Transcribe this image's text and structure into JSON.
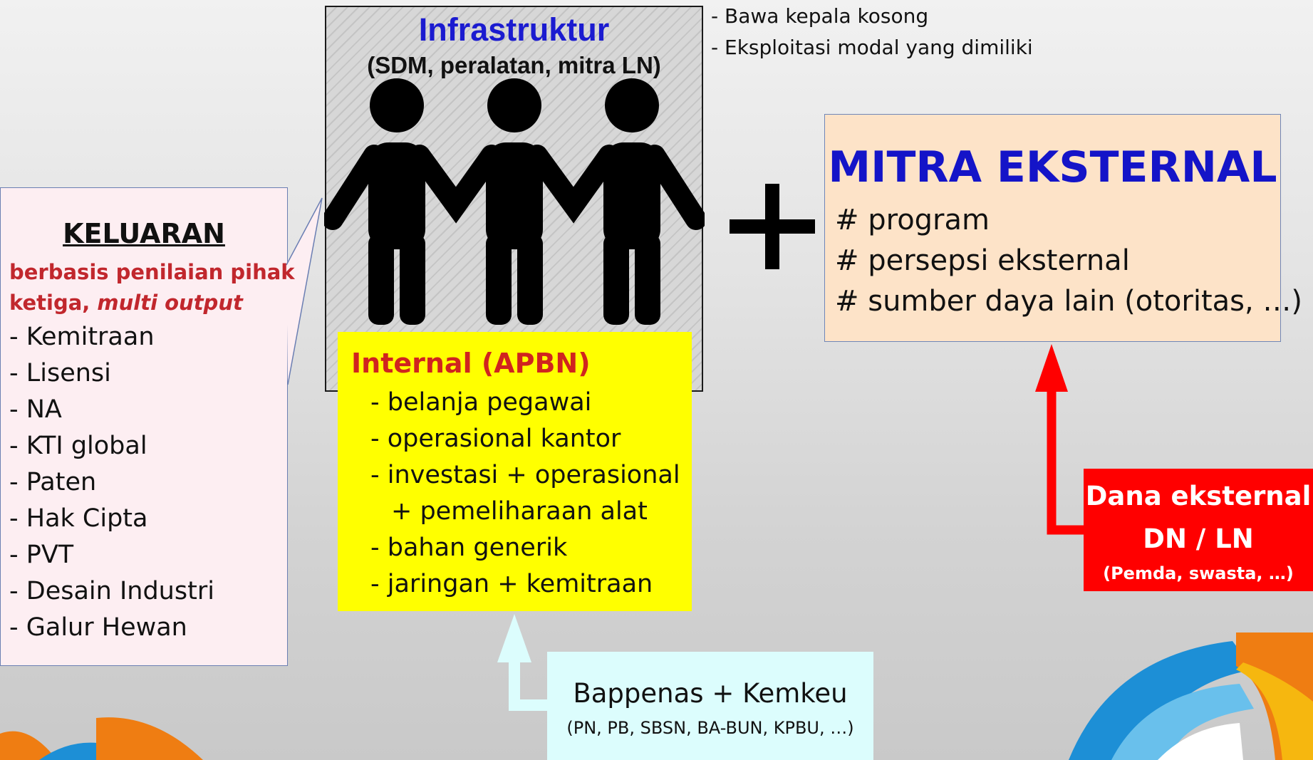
{
  "colors": {
    "infra_title": "#1b1bd0",
    "red_text": "#c1272d",
    "internal_box": "#ffff00",
    "mitra_box": "#fde3c8",
    "mitra_title": "#1414c8",
    "dana_box": "#ff0000",
    "bappenas_box": "#dcfdfd",
    "arrow_red": "#ff0000",
    "arrow_cyan": "#dcfdfd"
  },
  "infrastruktur": {
    "title": "Infrastruktur",
    "subtitle": "(SDM, peralatan, mitra LN)",
    "icon": "people-holding-hands-icon"
  },
  "notes": [
    "- Bawa kepala kosong",
    "- Eksploitasi modal yang dimiliki"
  ],
  "keluaran": {
    "title": "KELUARAN",
    "desc_line1": "berbasis penilaian pihak",
    "desc_line2_normal": "ketiga, ",
    "desc_line2_italic": "multi output",
    "items": [
      "- Kemitraan",
      "- Lisensi",
      "- NA",
      "- KTI global",
      "- Paten",
      "- Hak Cipta",
      "- PVT",
      "- Desain Industri",
      "- Galur Hewan"
    ]
  },
  "internal": {
    "title": "Internal (APBN)",
    "items": [
      "- belanja pegawai",
      "- operasional kantor",
      "- investasi + operasional",
      "+ pemeliharaan alat",
      "- bahan generik",
      "- jaringan + kemitraan"
    ]
  },
  "plus": "+",
  "mitra": {
    "title": "MITRA EKSTERNAL",
    "items": [
      "# program",
      "# persepsi eksternal",
      "# sumber daya lain (otoritas, …)"
    ]
  },
  "dana": {
    "line1": "Dana eksternal",
    "line2": "DN / LN",
    "line3": "(Pemda, swasta, …)"
  },
  "bappenas": {
    "line1": "Bappenas + Kemkeu",
    "line2": "(PN, PB, SBSN, BA-BUN, KPBU, …)"
  }
}
